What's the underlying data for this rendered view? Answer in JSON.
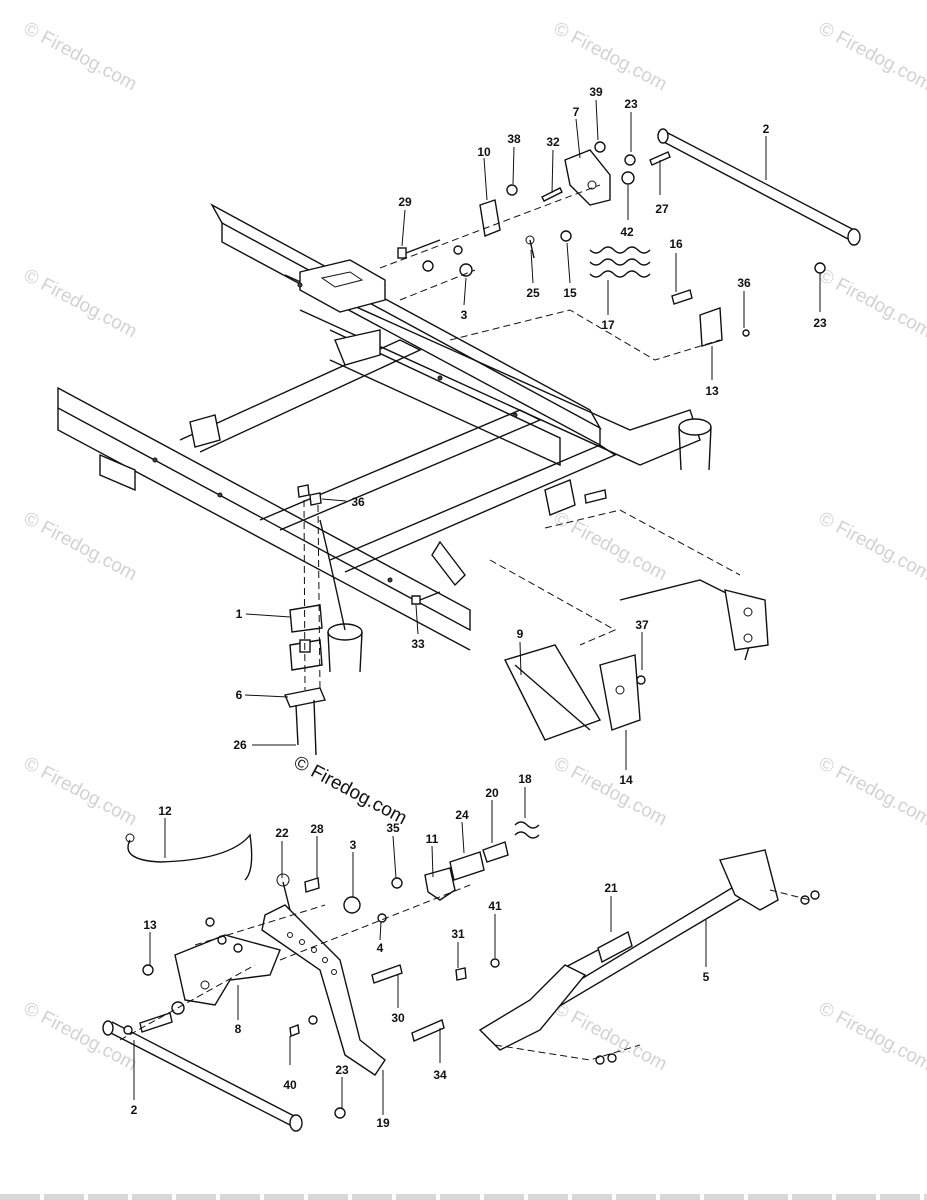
{
  "watermark": {
    "text": "© Firedog.com",
    "copyright": "© Firedog.com"
  },
  "callouts": [
    {
      "n": "39"
    },
    {
      "n": "23"
    },
    {
      "n": "2"
    },
    {
      "n": "10"
    },
    {
      "n": "38"
    },
    {
      "n": "32"
    },
    {
      "n": "7"
    },
    {
      "n": "29"
    },
    {
      "n": "27"
    },
    {
      "n": "42"
    },
    {
      "n": "16"
    },
    {
      "n": "36"
    },
    {
      "n": "23"
    },
    {
      "n": "25"
    },
    {
      "n": "15"
    },
    {
      "n": "3"
    },
    {
      "n": "17"
    },
    {
      "n": "13"
    },
    {
      "n": "36"
    },
    {
      "n": "1"
    },
    {
      "n": "33"
    },
    {
      "n": "9"
    },
    {
      "n": "37"
    },
    {
      "n": "6"
    },
    {
      "n": "26"
    },
    {
      "n": "14"
    },
    {
      "n": "12"
    },
    {
      "n": "18"
    },
    {
      "n": "20"
    },
    {
      "n": "24"
    },
    {
      "n": "22"
    },
    {
      "n": "28"
    },
    {
      "n": "3"
    },
    {
      "n": "35"
    },
    {
      "n": "11"
    },
    {
      "n": "21"
    },
    {
      "n": "13"
    },
    {
      "n": "4"
    },
    {
      "n": "41"
    },
    {
      "n": "31"
    },
    {
      "n": "5"
    },
    {
      "n": "8"
    },
    {
      "n": "30"
    },
    {
      "n": "2"
    },
    {
      "n": "40"
    },
    {
      "n": "23"
    },
    {
      "n": "34"
    },
    {
      "n": "19"
    }
  ]
}
